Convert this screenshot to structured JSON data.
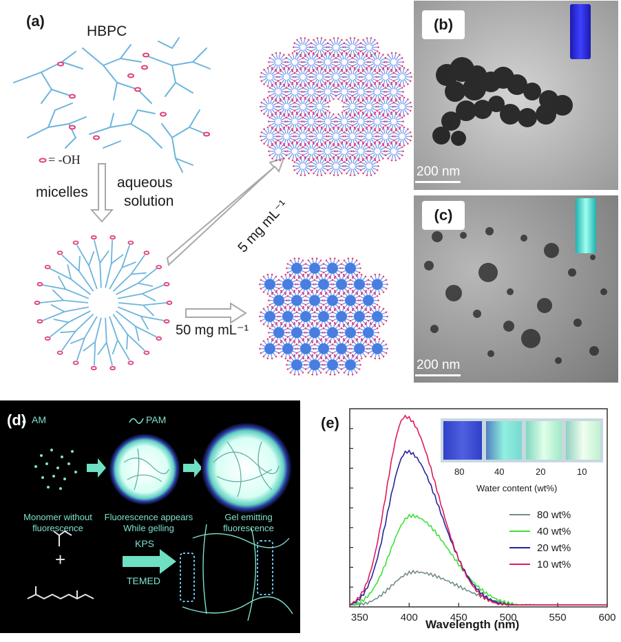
{
  "panel_a": {
    "label": "(a)",
    "title": "HBPC",
    "oh_legend": "= -OH",
    "arrow_left": "micelles",
    "arrow_right_line1": "aqueous",
    "arrow_right_line2": "solution",
    "conc_low": "5 mg mL⁻¹",
    "conc_high": "50 mg mL⁻¹"
  },
  "panel_b": {
    "label": "(b)",
    "scale": "200 nm"
  },
  "panel_c": {
    "label": "(c)",
    "scale": "200 nm"
  },
  "panel_d": {
    "label": "(d)",
    "legend_am": "AM",
    "legend_pam": "PAM",
    "step1_line1": "Monomer without",
    "step1_line2": "fluorescence",
    "step2_line1": "Fluorescence appears",
    "step2_line2": "While gelling",
    "step3_line1": "Gel emitting",
    "step3_line2": "fluorescence",
    "reagent1": "KPS",
    "reagent2": "TEMED"
  },
  "panel_e": {
    "label": "(e)",
    "inset_labels": [
      "80",
      "40",
      "20",
      "10"
    ],
    "inset_caption": "Water content (wt%)"
  },
  "chart_data": {
    "type": "line",
    "xlabel": "Wavelength (nm)",
    "ylabel": "",
    "xlim": [
      340,
      600
    ],
    "xticks": [
      350,
      400,
      450,
      500,
      550,
      600
    ],
    "ylim": [
      0,
      1
    ],
    "series": [
      {
        "name": "80 wt%",
        "color": "#6f8f86",
        "peak_x": 405,
        "peak_y": 0.18,
        "width_l": 32,
        "width_r": 62
      },
      {
        "name": "40 wt%",
        "color": "#3ce038",
        "peak_x": 402,
        "peak_y": 0.47,
        "width_l": 30,
        "width_r": 55
      },
      {
        "name": "20 wt%",
        "color": "#23239a",
        "peak_x": 398,
        "peak_y": 0.8,
        "width_l": 28,
        "width_r": 48
      },
      {
        "name": "10 wt%",
        "color": "#e0185a",
        "peak_x": 396,
        "peak_y": 0.98,
        "width_l": 27,
        "width_r": 46
      }
    ]
  },
  "colors": {
    "branch": "#6cb4dc",
    "oh": "#e0407a",
    "core": "#4a7de0",
    "dark_bg": "#000000",
    "cyan": "#7fe3d0"
  }
}
